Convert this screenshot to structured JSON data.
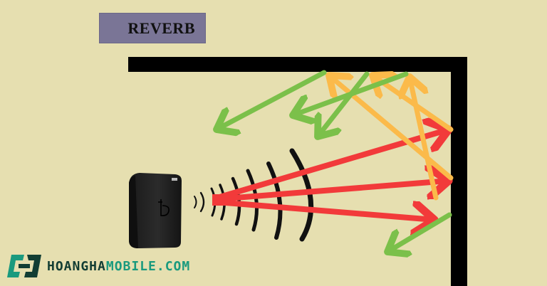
{
  "title": {
    "label": "REVERB"
  },
  "brand": {
    "part1": "HOANGHA",
    "part2": "MOBILE.COM",
    "logo_icon": "hh-logo-icon"
  },
  "colors": {
    "background": "#E6DFB0",
    "title_box": "#7A7596",
    "wall": "#000000",
    "direct_sound": "#F23A3A",
    "first_reflection": "#FBBA4A",
    "second_reflection": "#7BC04A",
    "brand_dark": "#123d33",
    "brand_accent": "#1a9a7e"
  },
  "diagram": {
    "elements": [
      "speaker",
      "sound-waves",
      "walls",
      "direct-sound-arrows",
      "reflection-arrows"
    ],
    "legend_implied": {
      "red": "direct sound",
      "orange": "first reflection",
      "green": "secondary reflection"
    }
  }
}
